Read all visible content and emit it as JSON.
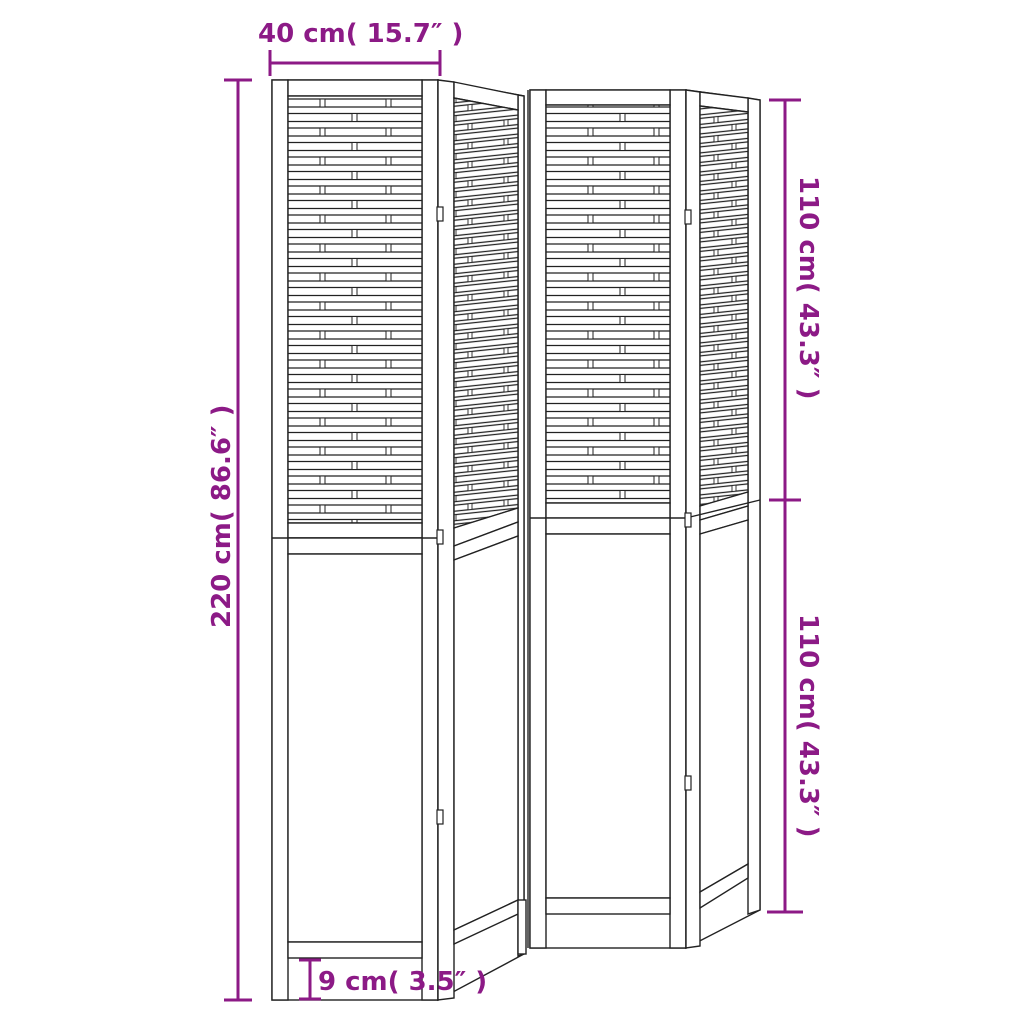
{
  "diagram": {
    "subject": "4-panel folding room divider with woven upper panels",
    "colors": {
      "dimension": "#8c1a86",
      "outline": "#222222",
      "fill": "#ffffff"
    },
    "dimensions": {
      "width": {
        "label": "40 cm( 15.7″  )",
        "value_cm": 40,
        "value_in": 15.7
      },
      "height_total": {
        "label": "220 cm( 86.6″  )",
        "value_cm": 220,
        "value_in": 86.6
      },
      "height_upper": {
        "label": "110 cm( 43.3″  )",
        "value_cm": 110,
        "value_in": 43.3
      },
      "height_lower": {
        "label": "110 cm( 43.3″  )",
        "value_cm": 110,
        "value_in": 43.3
      },
      "leg_height": {
        "label": "9 cm( 3.5″  )",
        "value_cm": 9,
        "value_in": 3.5
      }
    },
    "panels": 4
  }
}
